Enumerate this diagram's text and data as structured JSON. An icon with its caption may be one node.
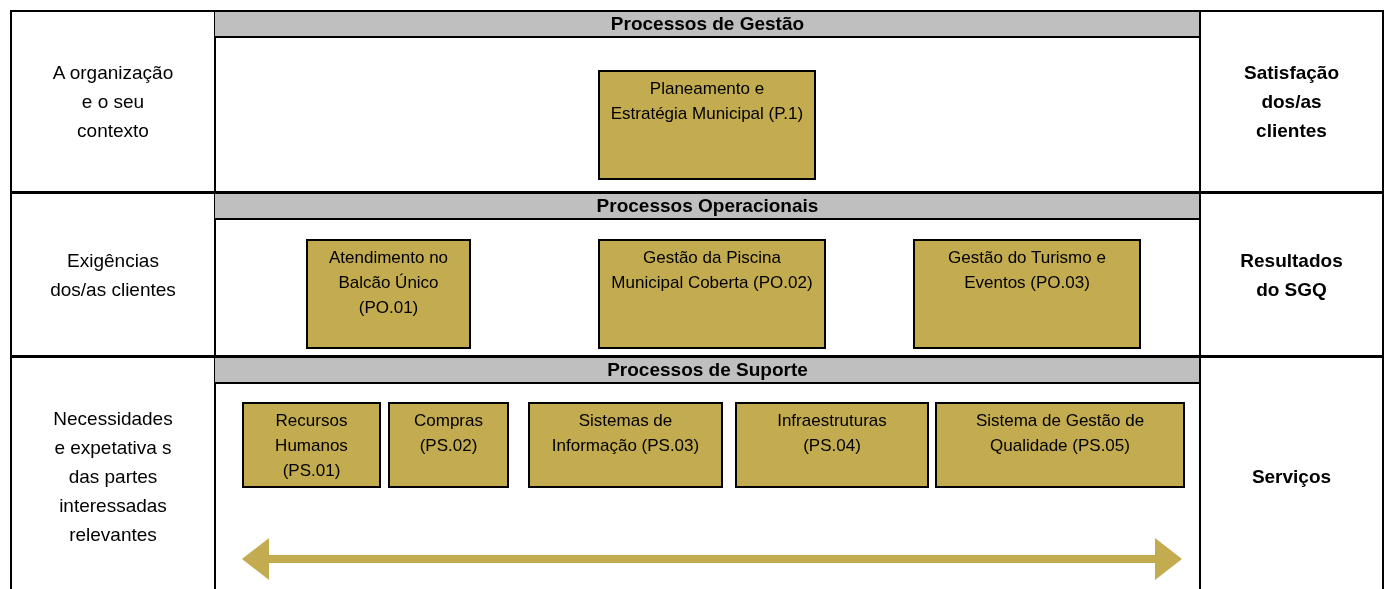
{
  "diagram": {
    "nodes": [
      {
        "text": [
          "A organização e o seu contexto"
        ]
      },
      {
        "text": [
          "Processos de Gestão"
        ]
      },
      {
        "text": [
          "Planeamento e Estratégia Municipal (P.1)"
        ],
        "in": 1
      },
      {
        "text": [
          "Satisfação dos/as clientes"
        ]
      },
      {
        "text": [
          "Exigências dos/as clientes"
        ]
      },
      {
        "text": [
          "Processos Operacionais"
        ]
      },
      {
        "text": [
          "Atendimento no Balcão Único (PO.01)"
        ],
        "in": 5
      },
      {
        "text": [
          "Gestão da Piscina Municipal Coberta (PO.02)"
        ],
        "in": 5
      },
      {
        "text": [
          "Gestão do Turismo e Eventos (PO.03)"
        ],
        "in": 5
      },
      {
        "text": [
          "Resultados do SGQ"
        ]
      },
      {
        "text": [
          "Necessidades e expetativa s das partes interessadas relevantes"
        ]
      },
      {
        "text": [
          "Processos de Suporte"
        ]
      },
      {
        "text": [
          "Recursos Humanos (PS.01)"
        ],
        "in": 11
      },
      {
        "text": [
          "Compras (PS.02)"
        ],
        "in": 11
      },
      {
        "text": [
          "Sistemas de Informação (PS.03)"
        ],
        "in": 11
      },
      {
        "text": [
          "Infraestruturas (PS.04)"
        ],
        "in": 11
      },
      {
        "text": [
          "Sistema de Gestão de Qualidade (PS.05)"
        ],
        "in": 11
      },
      {
        "text": [
          "Serviços"
        ]
      }
    ]
  }
}
